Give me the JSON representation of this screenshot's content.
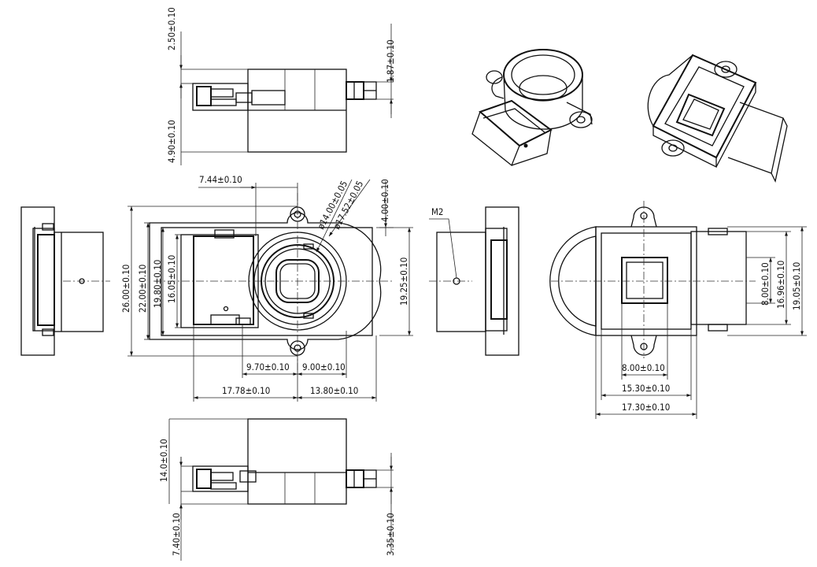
{
  "dims": {
    "top_250": "2.50±0.10",
    "top_187": "1.87±0.10",
    "top_490": "4.90±0.10",
    "front_744": "7.44±0.10",
    "front_phi14": "ø14.00±0.05",
    "front_phi1752": "ø17.52±0.05",
    "front_400": "4.00±0.10",
    "front_2600": "26.00±0.10",
    "front_2200": "22.00±0.10",
    "front_1980": "19.80±0.10",
    "front_1605": "16.05±0.10",
    "front_1925": "19.25±0.10",
    "front_970": "9.70±0.10",
    "front_900": "9.00±0.10",
    "front_1778": "17.78±0.10",
    "front_1380": "13.80±0.10",
    "side_m2": "M2",
    "right_800": "8.00±0.10",
    "right_1696": "16.96±0.10",
    "right_1905": "19.05±0.10",
    "right_800b": "8.00±0.10",
    "right_1530": "15.30±0.10",
    "right_1730": "17.30±0.10",
    "bottom_1400": "14.0±0.10",
    "bottom_740": "7.40±0.10",
    "bottom_335": "3.35±0.10"
  }
}
